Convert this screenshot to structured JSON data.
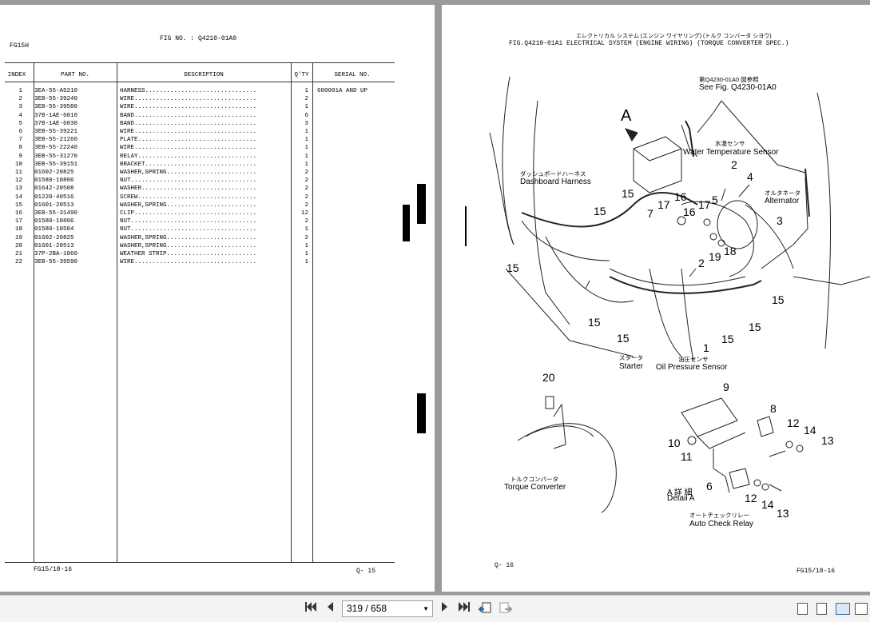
{
  "left_page": {
    "code": "FG15H",
    "fig_no": "FIG NO. : Q4210-01A0",
    "columns": [
      "INDEX",
      "PART NO.",
      "DESCRIPTION",
      "Q'TY",
      "SERIAL NO."
    ],
    "rows": [
      {
        "index": "1",
        "part": "3EA-55-A5210",
        "desc": "HARNESS...............................",
        "qty": "1",
        "serial": "600001A AND UP"
      },
      {
        "index": "2",
        "part": "3EB-55-39240",
        "desc": "WIRE..................................",
        "qty": "2",
        "serial": ""
      },
      {
        "index": "3",
        "part": "3EB-55-39580",
        "desc": "WIRE..................................",
        "qty": "1",
        "serial": ""
      },
      {
        "index": "4",
        "part": "37B-1AE-6010",
        "desc": "BAND..................................",
        "qty": "6",
        "serial": ""
      },
      {
        "index": "5",
        "part": "37B-1AE-6030",
        "desc": "BAND..................................",
        "qty": "3",
        "serial": ""
      },
      {
        "index": "6",
        "part": "3EB-55-39221",
        "desc": "WIRE..................................",
        "qty": "1",
        "serial": ""
      },
      {
        "index": "7",
        "part": "3EB-55-21260",
        "desc": "PLATE.................................",
        "qty": "1",
        "serial": ""
      },
      {
        "index": "8",
        "part": "3EB-55-22240",
        "desc": "WIRE..................................",
        "qty": "1",
        "serial": ""
      },
      {
        "index": "9",
        "part": "3EB-55-31270",
        "desc": "RELAY.................................",
        "qty": "1",
        "serial": ""
      },
      {
        "index": "10",
        "part": "3EB-55-39151",
        "desc": "BRACKET...............................",
        "qty": "1",
        "serial": ""
      },
      {
        "index": "11",
        "part": "01602-20825",
        "desc": "WASHER,SPRING.........................",
        "qty": "2",
        "serial": ""
      },
      {
        "index": "12",
        "part": "01580-10806",
        "desc": "NUT...................................",
        "qty": "2",
        "serial": ""
      },
      {
        "index": "13",
        "part": "01642-20508",
        "desc": "WASHER................................",
        "qty": "2",
        "serial": ""
      },
      {
        "index": "14",
        "part": "01220-40516",
        "desc": "SCREW.................................",
        "qty": "2",
        "serial": ""
      },
      {
        "index": "15",
        "part": "01601-20513",
        "desc": "WASHER,SPRING.........................",
        "qty": "2",
        "serial": ""
      },
      {
        "index": "16",
        "part": "3EB-55-31490",
        "desc": "CLIP..................................",
        "qty": "12",
        "serial": ""
      },
      {
        "index": "17",
        "part": "01580-10806",
        "desc": "NUT...................................",
        "qty": "2",
        "serial": ""
      },
      {
        "index": "18",
        "part": "01580-10504",
        "desc": "NUT...................................",
        "qty": "1",
        "serial": ""
      },
      {
        "index": "19",
        "part": "01602-20825",
        "desc": "WASHER,SPRING.........................",
        "qty": "2",
        "serial": ""
      },
      {
        "index": "20",
        "part": "01601-20513",
        "desc": "WASHER,SPRING.........................",
        "qty": "1",
        "serial": ""
      },
      {
        "index": "21",
        "part": "37P-2BA-1060",
        "desc": "WEATHER STRIP.........................",
        "qty": "1",
        "serial": ""
      },
      {
        "index": "22",
        "part": "3EB-55-39590",
        "desc": "WIRE..................................",
        "qty": "1",
        "serial": ""
      }
    ],
    "footer_left": "FG15/18-16",
    "footer_right": "Q- 15"
  },
  "right_page": {
    "header_jp": "エレクトリカル システム (エンジン ワイヤリング) (トルク コンバータ シヨウ)",
    "header_en": "FIG.Q4210-01A1  ELECTRICAL SYSTEM (ENGINE WIRING) (TORQUE CONVERTER SPEC.)",
    "see_fig_jp": "第Q4230-01A0 図参照",
    "see_fig_en": "See Fig. Q4230-01A0",
    "label_A": "A",
    "water_temp_jp": "水温センサ",
    "water_temp_en": "Water Temperature Sensor",
    "dashboard_jp": "ダッシュボードハーネス",
    "dashboard_en": "Dashboard Harness",
    "alternator_jp": "オルタネータ",
    "alternator_en": "Alternator",
    "starter_jp": "スタータ",
    "starter_en": "Starter",
    "oil_jp": "油圧センサ",
    "oil_en": "Oil Pressure Sensor",
    "torque_jp": "トルクコンバータ",
    "torque_en": "Torque Converter",
    "detail_jp": "A 詳 細",
    "detail_en": "Detail A",
    "relay_jp": "オートチェックリレー",
    "relay_en": "Auto Check Relay",
    "callouts": [
      "2",
      "4",
      "5",
      "3",
      "15",
      "16",
      "17",
      "7",
      "15",
      "16",
      "17",
      "18",
      "19",
      "2",
      "15",
      "15",
      "15",
      "15",
      "15",
      "1",
      "15",
      "20",
      "9",
      "8",
      "12",
      "14",
      "13",
      "10",
      "11",
      "6",
      "12",
      "14",
      "13"
    ],
    "footer_left": "Q- 16",
    "footer_right": "FG15/18-16"
  },
  "toolbar": {
    "page_indicator": "319 / 658",
    "first_icon": "first-page-icon",
    "prev_icon": "previous-page-icon",
    "next_icon": "next-page-icon",
    "last_icon": "last-page-icon"
  }
}
